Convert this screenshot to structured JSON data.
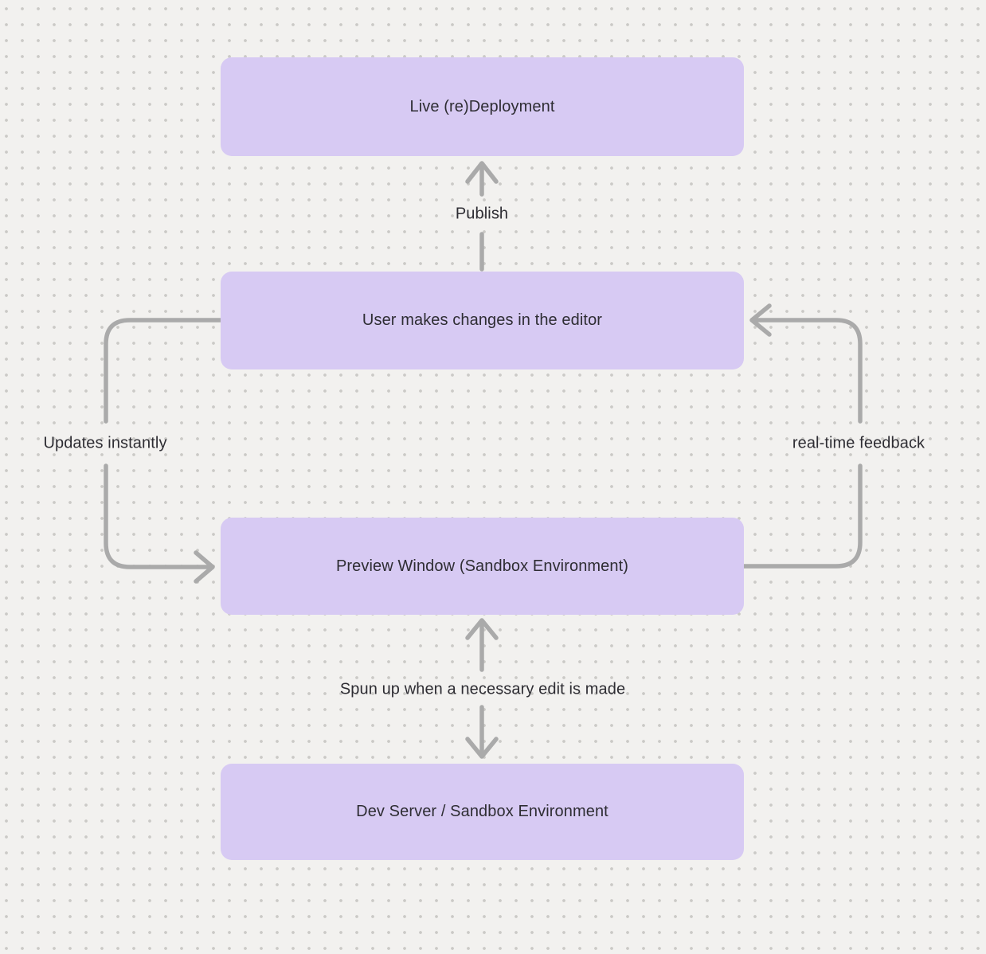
{
  "canvas": {
    "background_color": "#f2f1ef",
    "dot_color": "#cbcac7",
    "node_fill_color": "#d7caf3",
    "text_color": "#2e2d33",
    "connector_color": "#aaaaaa"
  },
  "diagram": {
    "nodes": [
      {
        "id": "live-deployment",
        "label": "Live (re)Deployment"
      },
      {
        "id": "editor",
        "label": "User makes changes in the editor"
      },
      {
        "id": "preview-window",
        "label": "Preview Window (Sandbox Environment)"
      },
      {
        "id": "dev-server",
        "label": "Dev Server / Sandbox Environment"
      }
    ],
    "edges": [
      {
        "from": "editor",
        "to": "live-deployment",
        "label": "Publish",
        "direction": "up"
      },
      {
        "from": "editor",
        "to": "preview-window",
        "label": "Updates instantly",
        "direction": "left-loop-down"
      },
      {
        "from": "preview-window",
        "to": "editor",
        "label": "real-time feedback",
        "direction": "right-loop-up"
      },
      {
        "from": "preview-window",
        "to": "dev-server",
        "label": "Spun up when a necessary edit is made",
        "direction": "both"
      }
    ]
  }
}
